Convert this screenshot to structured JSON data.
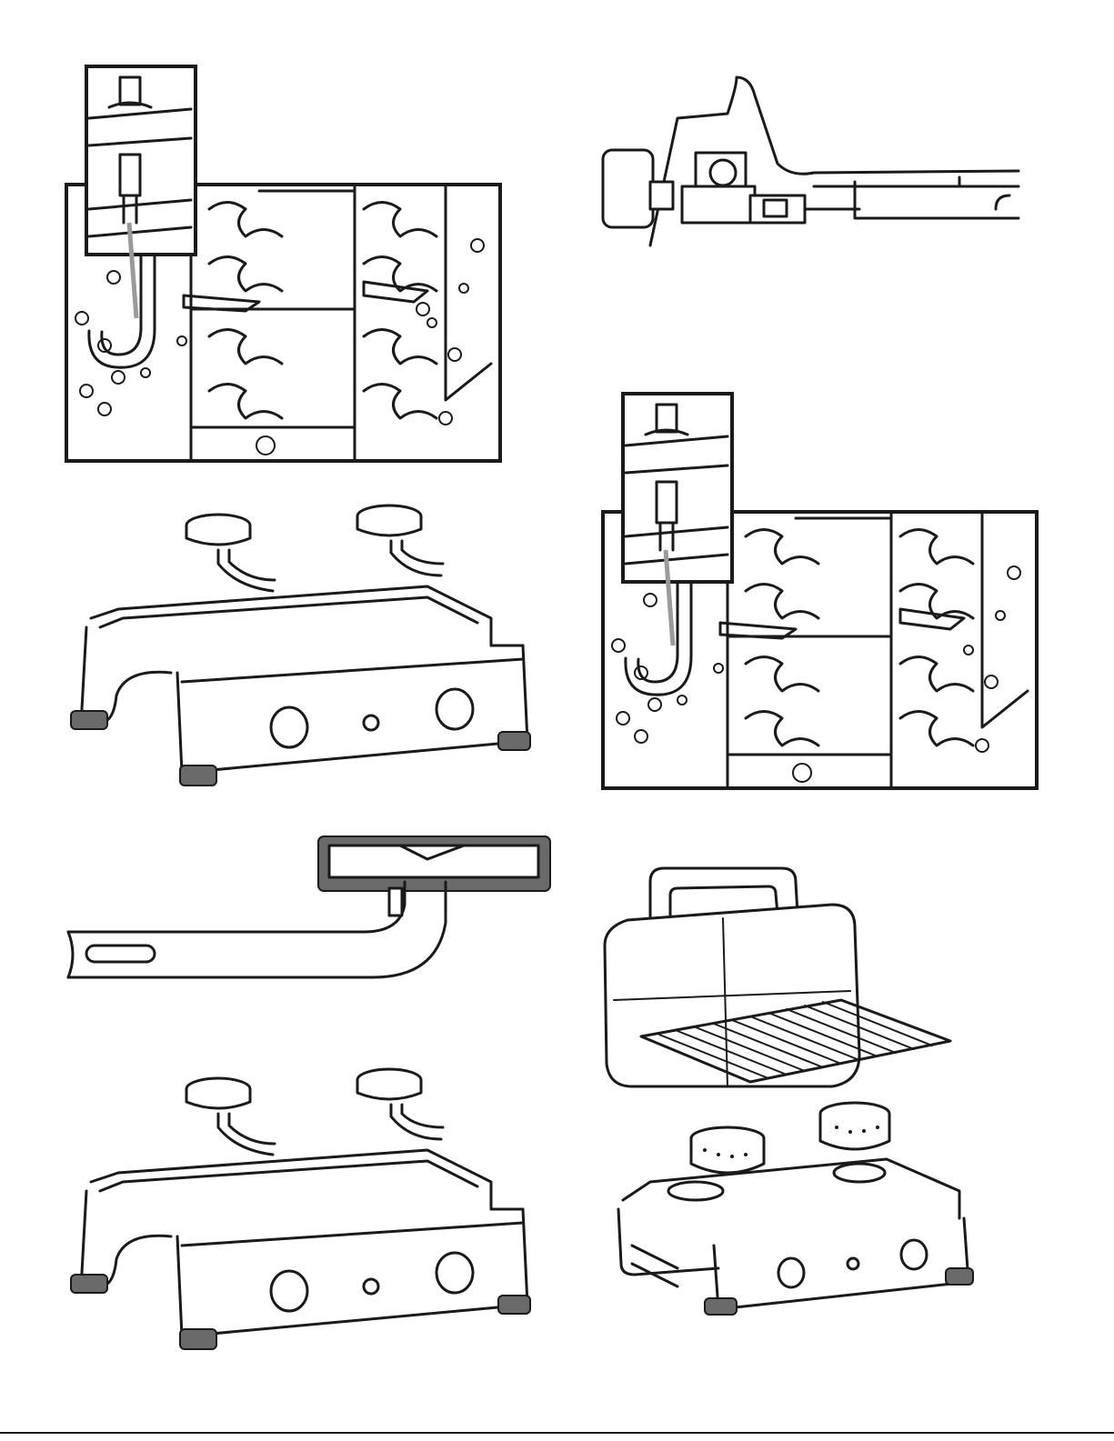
{
  "page": {
    "illustrations": [
      {
        "id": "igniter-wire-left",
        "description_icon": "igniter-wire-diagram-icon"
      },
      {
        "id": "control-valve-side",
        "description_icon": "control-valve-side-view-icon"
      },
      {
        "id": "burners-base-top",
        "description_icon": "burners-above-base-icon"
      },
      {
        "id": "igniter-wire-right",
        "description_icon": "igniter-wire-diagram-icon"
      },
      {
        "id": "burner-tube",
        "description_icon": "burner-tube-icon"
      },
      {
        "id": "burners-base-bottom",
        "description_icon": "burners-above-base-icon"
      },
      {
        "id": "grill-assembly",
        "description_icon": "grill-exploded-view-icon"
      }
    ]
  }
}
